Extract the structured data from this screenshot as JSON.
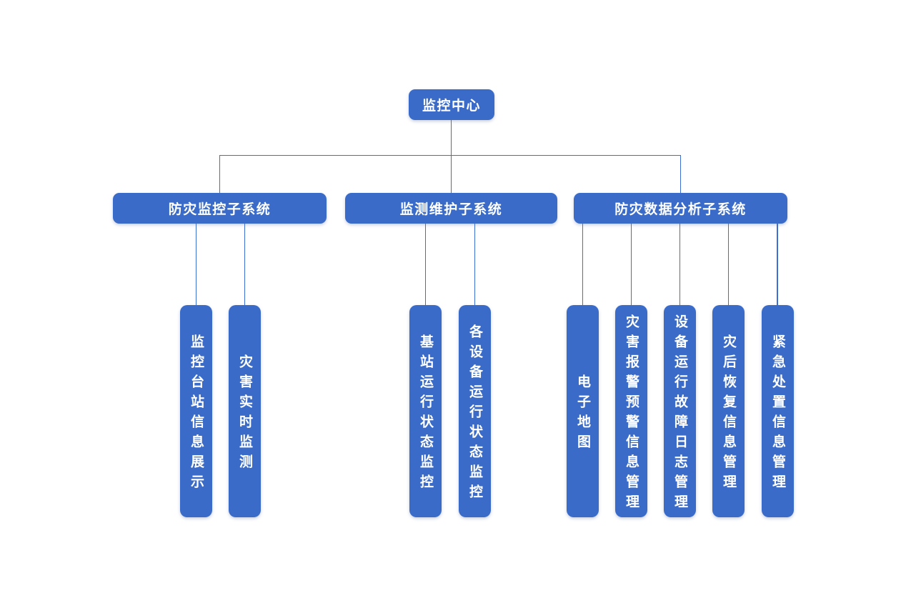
{
  "palette": {
    "node_fill": "#3a6bc8",
    "connector": "#3d6fd3",
    "node_text": "#ffffff",
    "background": "#ffffff"
  },
  "diagram": {
    "type": "org-chart",
    "root": {
      "label": "监控中心"
    },
    "branches": [
      {
        "label": "防灾监控子系统",
        "children": [
          {
            "label": "监控台站信息展示"
          },
          {
            "label": "灾害实时监测"
          }
        ]
      },
      {
        "label": "监测维护子系统",
        "children": [
          {
            "label": "基站运行状态监控"
          },
          {
            "label": "各设备运行状态监控"
          }
        ]
      },
      {
        "label": "防灾数据分析子系统",
        "children": [
          {
            "label": "电子地图"
          },
          {
            "label": "灾害报警预警信息管理"
          },
          {
            "label": "设备运行故障日志管理"
          },
          {
            "label": "灾后恢复信息管理"
          },
          {
            "label": "紧急处置信息管理"
          }
        ]
      }
    ]
  }
}
